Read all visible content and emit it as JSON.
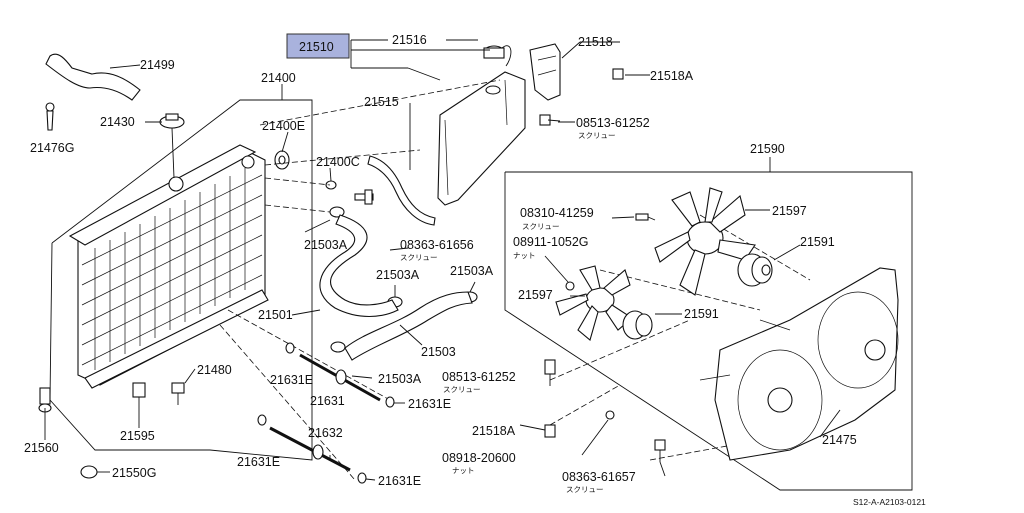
{
  "highlight_color": "#a9b2dd",
  "reference_code": "S12-A-A2103-0121",
  "labels": {
    "p21510": "21510",
    "p21516": "21516",
    "p21518": "21518",
    "p21518A_top": "21518A",
    "p08513_top": "08513-61252",
    "p08513_top_sub": "スクリュー",
    "p21515": "21515",
    "p21499": "21499",
    "p21476G": "21476G",
    "p21430": "21430",
    "p21400": "21400",
    "p21400E": "21400E",
    "p21400C": "21400C",
    "p21503A_1": "21503A",
    "p08363_a": "08363-61656",
    "p08363_a_sub": "スクリュー",
    "p21503A_2": "21503A",
    "p21503A_3": "21503A",
    "p21501": "21501",
    "p21503": "21503",
    "p21503A_4": "21503A",
    "p21480": "21480",
    "p21631E_1": "21631E",
    "p21631": "21631",
    "p21631E_2": "21631E",
    "p21595": "21595",
    "p21560": "21560",
    "p21550G": "21550G",
    "p21632": "21632",
    "p21631E_3": "21631E",
    "p21631E_4": "21631E",
    "p21590": "21590",
    "p08310": "08310-41259",
    "p08310_sub": "スクリュー",
    "p21597_1": "21597",
    "p08911": "08911-1052G",
    "p08911_sub": "ナット",
    "p21591_1": "21591",
    "p21597_2": "21597",
    "p21591_2": "21591",
    "p08513_mid": "08513-61252",
    "p08513_mid_sub": "スクリュー",
    "p21518A_bot": "21518A",
    "p08918": "08918-20600",
    "p08918_sub": "ナット",
    "p08363_b": "08363-61657",
    "p08363_b_sub": "スクリュー",
    "p21475": "21475"
  }
}
